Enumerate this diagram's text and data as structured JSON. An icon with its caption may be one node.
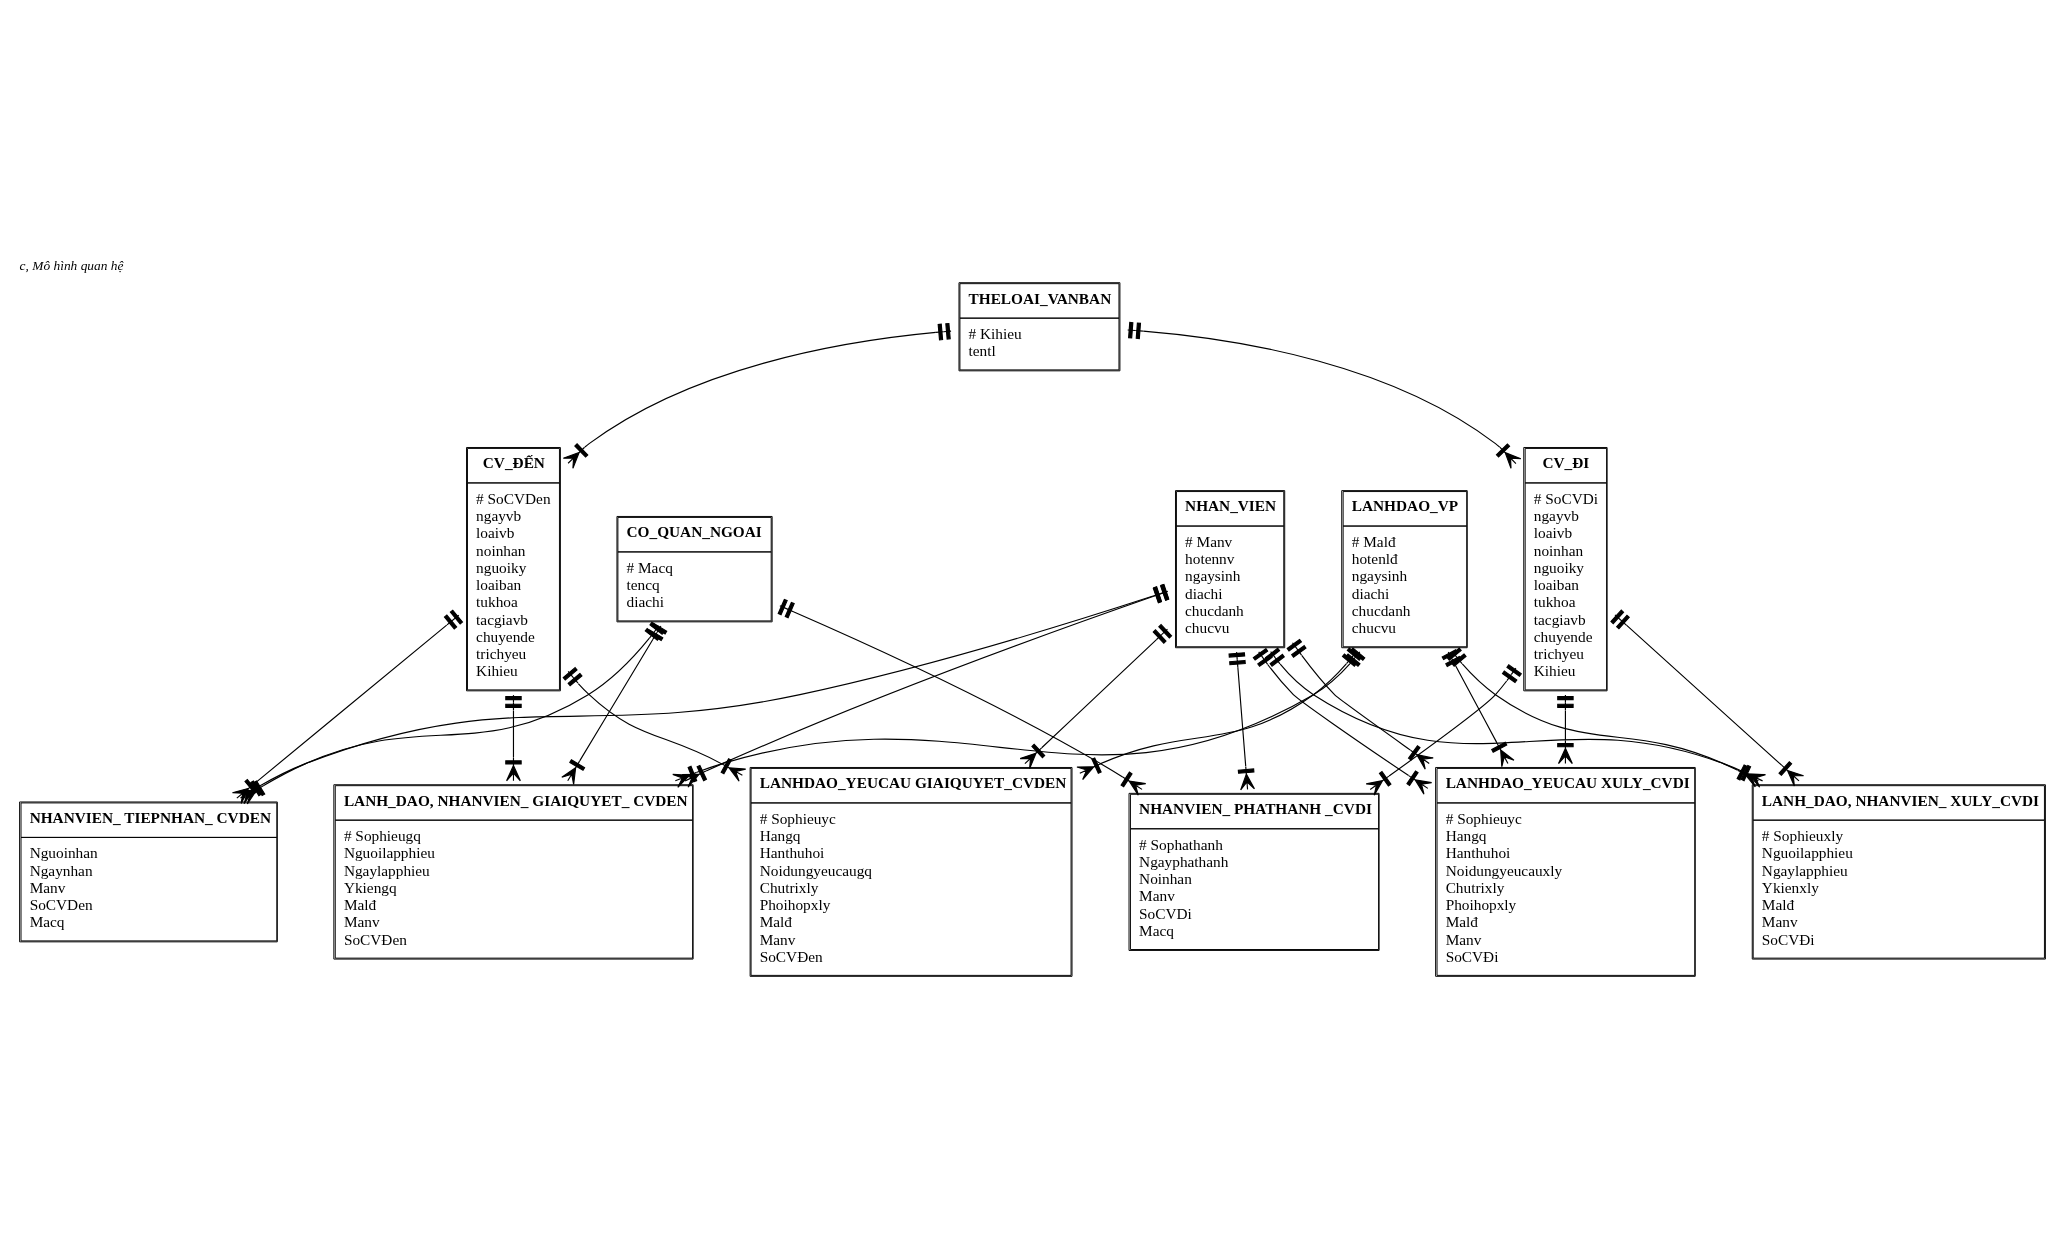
{
  "diagram": {
    "title": "c, Mô hình quan hệ",
    "nodes": [
      {
        "text": [
          "CV_ĐI",
          "# SoCVDi",
          "ngayvb",
          "loaivb",
          "noinhan",
          "nguoiky",
          "loaiban",
          "tukhoa",
          "tacgiavb",
          "chuyende",
          "trichyeu",
          "Kihieu"
        ]
      },
      {
        "text": [
          "NHANVIEN_ PHATHANH _CVDI",
          "# Sophathanh",
          "Ngayphathanh",
          "Noinhan",
          "Manv",
          "SoCVDi",
          "Macq"
        ]
      },
      {
        "text": [
          "THELOAI_VANBAN",
          "# Kihieu",
          "tentl"
        ]
      },
      {
        "text": [
          "NHAN_VIEN",
          "# Manv",
          "hotennv",
          "ngaysinh",
          "diachi",
          "chucdanh",
          "chucvu"
        ]
      },
      {
        "text": [
          "NHANVIEN_ TIEPNHAN_ CVDEN",
          "Nguoinhan",
          "Ngaynhan",
          "Manv",
          "SoCVDen",
          "Macq"
        ]
      },
      {
        "text": [
          "CV_ĐẾN",
          "# SoCVDen",
          "ngayvb",
          "loaivb",
          "noinhan",
          "nguoiky",
          "loaiban",
          "tukhoa",
          "tacgiavb",
          "chuyende",
          "trichyeu",
          "Kihieu"
        ]
      },
      {
        "text": [
          "LANHDAO_YEUCAU XULY_CVDI",
          "# Sophieuyc",
          "Hangq",
          "Hanthuhoi",
          "Noidungyeucauxly",
          "Chutrixly",
          "Phoihopxly",
          "Malđ",
          "Manv",
          "SoCVĐi"
        ]
      },
      {
        "text": [
          "LANH_DAO, NHANVIEN_ XULY_CVDI",
          "# Sophieuxly",
          "Nguoilapphieu",
          "Ngaylapphieu",
          "Ykienxly",
          "Malđ",
          "Manv",
          "SoCVĐi"
        ]
      },
      {
        "text": [
          "LANHDAO_VP",
          "# Malđ",
          "hotenlđ",
          "ngaysinh",
          "diachi",
          "chucdanh",
          "chucvu"
        ]
      },
      {
        "text": [
          "LANH_DAO, NHANVIEN_ GIAIQUYET_ CVDEN",
          "# Sophieugq",
          "Nguoilapphieu",
          "Ngaylapphieu",
          "Ykiengq",
          "Malđ",
          "Manv",
          "SoCVĐen"
        ]
      },
      {
        "text": [
          "LANHDAO_YEUCAU GIAIQUYET_CVDEN",
          "# Sophieuyc",
          "Hangq",
          "Hanthuhoi",
          "Noidungyeucaugq",
          "Chutrixly",
          "Phoihopxly",
          "Malđ",
          "Manv",
          "SoCVĐen"
        ]
      },
      {
        "text": [
          "CO_QUAN_NGOAI",
          "# Macq",
          "tencq",
          "diachi"
        ]
      }
    ],
    "edges": [
      {
        "from": 0,
        "to": 1,
        "arrow": "other"
      },
      {
        "from": 0,
        "to": 7,
        "arrow": "other"
      },
      {
        "from": 0,
        "to": 6,
        "arrow": "other"
      },
      {
        "from": 2,
        "to": 0,
        "arrow": "other"
      },
      {
        "from": 2,
        "to": 5,
        "arrow": "other"
      },
      {
        "from": 3,
        "to": 1,
        "arrow": "other"
      },
      {
        "from": 11,
        "to": 1,
        "arrow": "other"
      },
      {
        "from": 3,
        "to": 6,
        "arrow": "other"
      },
      {
        "from": 3,
        "to": 6,
        "arrow": "other"
      },
      {
        "from": 3,
        "to": 7,
        "arrow": "other"
      },
      {
        "from": 8,
        "to": 6,
        "arrow": "other"
      },
      {
        "from": 8,
        "to": 7,
        "arrow": "other"
      },
      {
        "from": 8,
        "to": 9,
        "arrow": "other"
      },
      {
        "from": 8,
        "to": 10,
        "arrow": "other"
      },
      {
        "from": 11,
        "to": 9,
        "arrow": "other"
      },
      {
        "from": 11,
        "to": 4,
        "arrow": "other"
      },
      {
        "from": 3,
        "to": 9,
        "arrow": "other"
      },
      {
        "from": 3,
        "to": 4,
        "arrow": "other"
      },
      {
        "from": 3,
        "to": 10,
        "arrow": "other"
      },
      {
        "from": 5,
        "to": 4,
        "arrow": "other"
      },
      {
        "from": 5,
        "to": 10,
        "arrow": "other"
      },
      {
        "from": 5,
        "to": 9,
        "arrow": "other"
      }
    ]
  }
}
